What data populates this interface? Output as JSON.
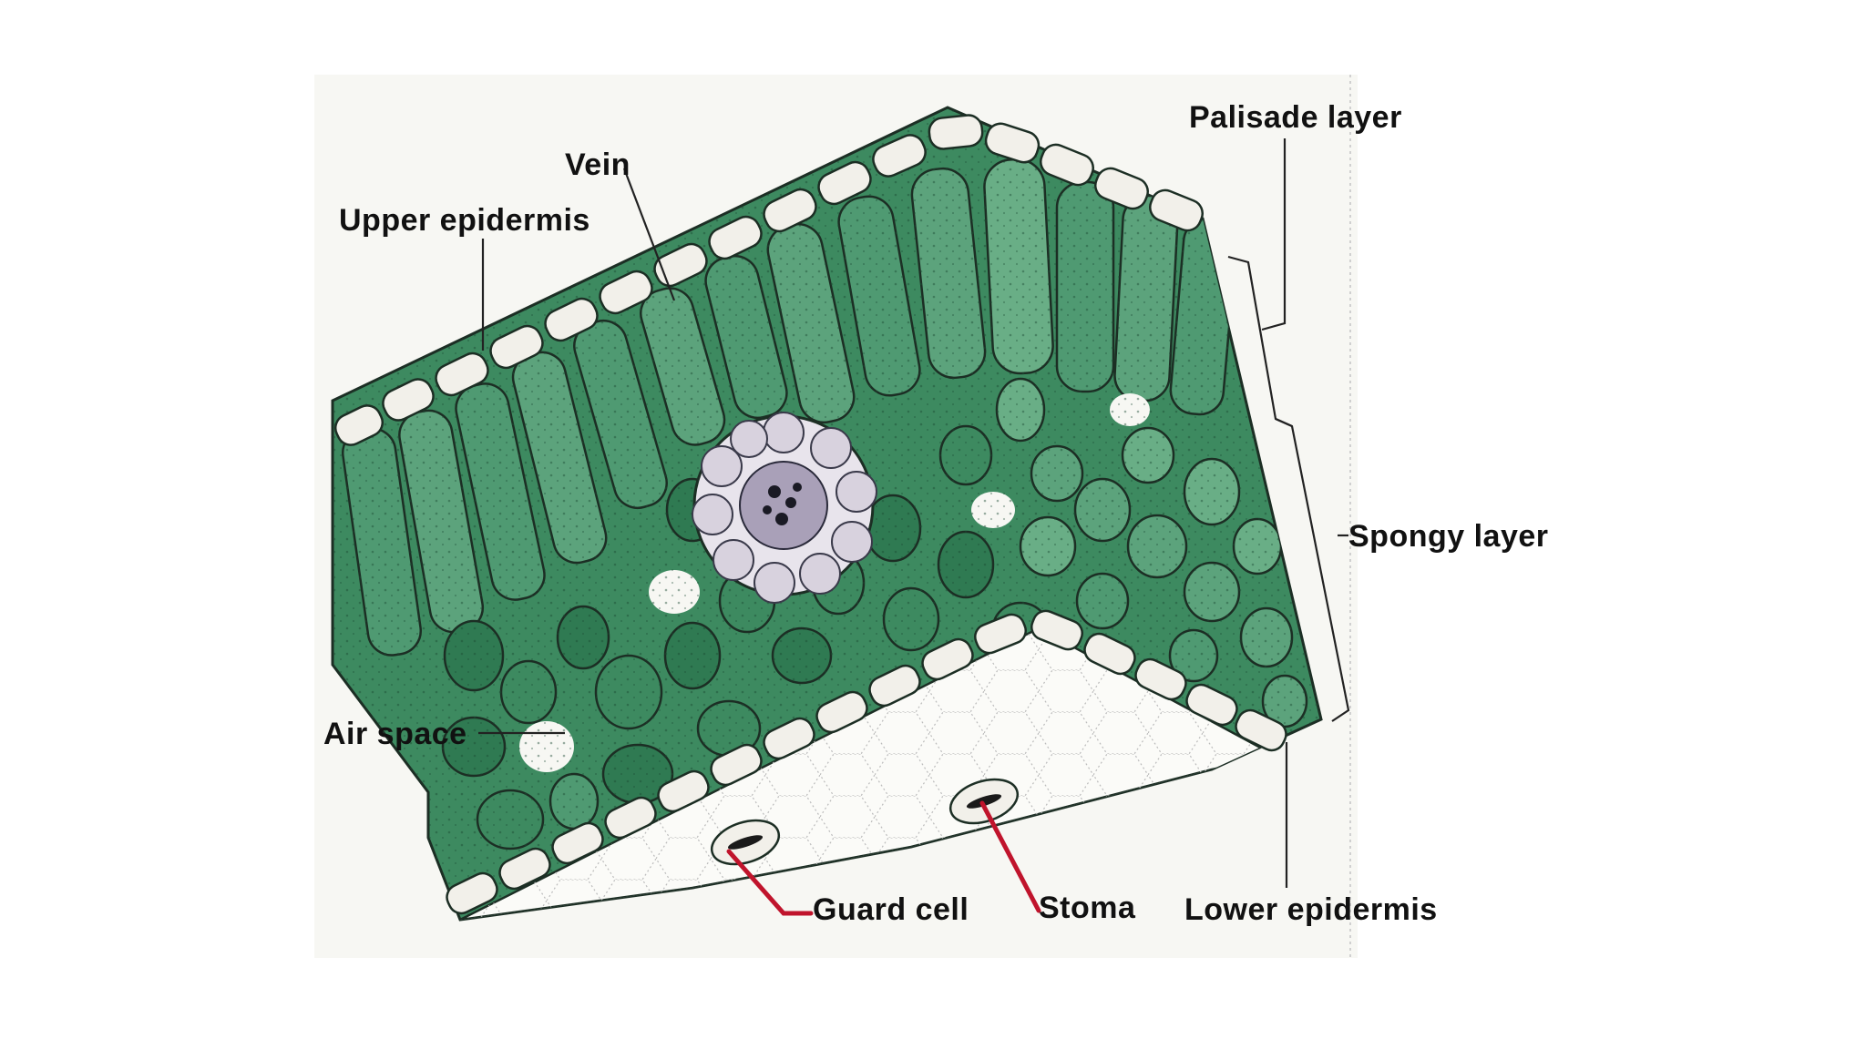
{
  "labels": {
    "palisade_layer": "Palisade layer",
    "vein": "Vein",
    "upper_epidermis": "Upper epidermis",
    "spongy_layer": "Spongy layer",
    "air_space": "Air space",
    "guard_cell": "Guard cell",
    "stoma": "Stoma",
    "lower_epidermis": "Lower epidermis"
  },
  "colors": {
    "cell_green": "#4f9a72",
    "cell_dark_green": "#2f7a52",
    "cell_light_green": "#69ae86",
    "epidermis": "#f2f0ea",
    "cell_outline": "#1c2e24",
    "leader_red": "#c0142c",
    "background_panel": "#f6f6f2"
  }
}
